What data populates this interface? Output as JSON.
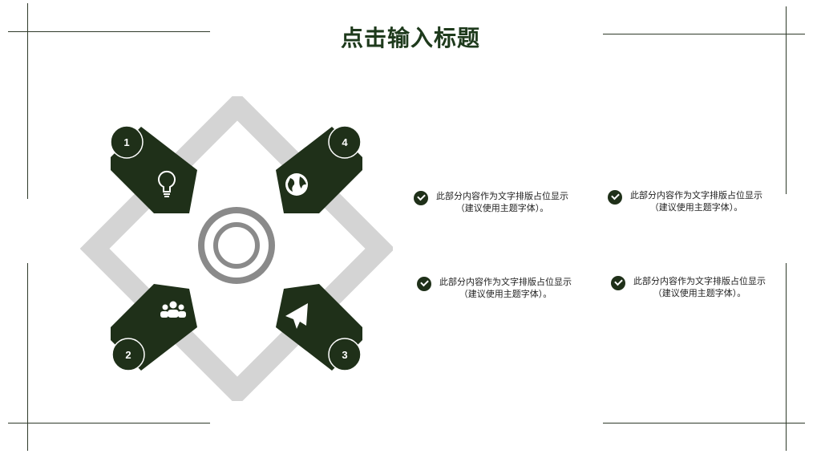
{
  "title": "点击输入标题",
  "diagram": {
    "petals": [
      {
        "number": "1",
        "icon": "lightbulb-icon"
      },
      {
        "number": "4",
        "icon": "globe-icon"
      },
      {
        "number": "2",
        "icon": "users-icon"
      },
      {
        "number": "3",
        "icon": "paper-plane-icon"
      }
    ],
    "colors": {
      "petal": "#1f3019",
      "ring": "#8a8a8a",
      "diamond": "#d4d4d4"
    }
  },
  "items": [
    {
      "line1": "此部分内容作为文字排版占位显示",
      "line2": "（建议使用主题字体）。"
    },
    {
      "line1": "此部分内容作为文字排版占位显示",
      "line2": "（建议使用主题字体）。"
    },
    {
      "line1": "此部分内容作为文字排版占位显示",
      "line2": "（建议使用主题字体）。"
    },
    {
      "line1": "此部分内容作为文字排版占位显示",
      "line2": "（建议使用主题字体）。"
    }
  ]
}
